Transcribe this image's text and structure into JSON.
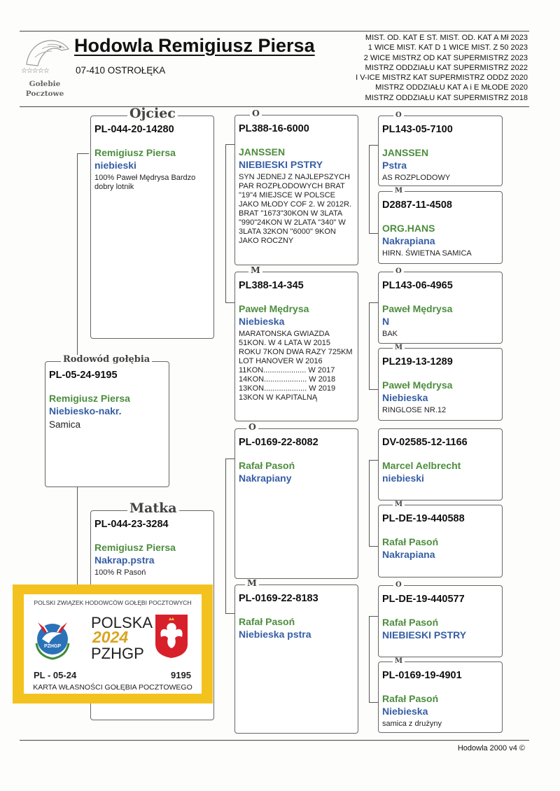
{
  "header": {
    "logo": {
      "stars": "☆☆☆☆☆",
      "line1": "Gołebie",
      "line2": "Pocztowe"
    },
    "title": "Hodowla Remigiusz Piersa",
    "city": "07-410 OSTROŁĘKA",
    "titles": [
      "MIST. OD. KAT  E ST. MIST. OD. KAT A  Mł 2023",
      "1 WICE MIST. KAT D 1 WICE MIST. Z 50 2023",
      "2 WICE MISTRZ OD KAT SUPERMISTRZ 2023",
      "MISTRZ ODDZIAŁU KAT SUPERMISTRZ 2022",
      "I V-ICE MISTRZ KAT SUPERMISTRZ ODDZ 2020",
      "MISTRZ ODDZIAŁU KAT  A i E MŁODE 2020",
      "MISTRZ ODDZIAŁU KAT SUPERMISTRZ 2018"
    ]
  },
  "tags": {
    "pigeon": "Rodowód gołębia",
    "father": "Ojciec",
    "mother": "Matka",
    "o": "O",
    "m": "M"
  },
  "pigeon": {
    "ring": "PL-05-24-9195",
    "breeder": "Remigiusz Piersa",
    "color": "Niebiesko-nakr.",
    "note": "Samica"
  },
  "father": {
    "ring": "PL-044-20-14280",
    "breeder": "Remigiusz Piersa",
    "color": "niebieski",
    "note": "100% Paweł Mędrysa Bardzo dobry lotnik"
  },
  "mother": {
    "ring": "PL-044-23-3284",
    "breeder": "Remigiusz Piersa",
    "color": "Nakrap.pstra",
    "note": "100% R Pasoń"
  },
  "ff": {
    "ring": "PL388-16-6000",
    "breeder": "JANSSEN",
    "color": "NIEBIESKI PSTRY",
    "note": "SYN JEDNEJ Z NAJLEPSZYCH PAR ROZPŁODOWYCH BRAT \"19\"4 MIEJSCE W POLSCE JAKO MŁODY COF 2. W 2012R. BRAT \"1673\"30KON W 3LATA \"990\"24KON W 2LATA \"340\" W 3LATA 32KON \"6000\" 9KON JAKO ROCZNY"
  },
  "fm": {
    "ring": "PL388-14-345",
    "breeder": "Paweł Mędrysa",
    "color": "Niebieska",
    "note": "MARATONSKA GWIAZDA 51KON. W 4 LATA W 2015 ROKU 7KON DWA RAZY 725KM LOT HANOVER W 2016  11KON.................... W 2017  14KON.................... W 2018  13KON.................... W 2019  13KON W KAPITALNĄ"
  },
  "mf": {
    "ring": "PL-0169-22-8082",
    "breeder": "Rafał Pasoń",
    "color": "Nakrapiany",
    "note": ""
  },
  "mm": {
    "ring": "PL-0169-22-8183",
    "breeder": "Rafał Pasoń",
    "color": "Niebieska pstra",
    "note": ""
  },
  "fff": {
    "ring": "PL143-05-7100",
    "breeder": "JANSSEN",
    "color": "Pstra",
    "note": "AS ROZPLODOWY"
  },
  "ffm": {
    "ring": "D2887-11-4508",
    "breeder": "ORG.HANS",
    "color": "Nakrapiana",
    "note": "HIRN. ŚWIETNA SAMICA"
  },
  "fmf": {
    "ring": "PL143-06-4965",
    "breeder": "Paweł Mędrysa",
    "color": "N",
    "note": "BAK"
  },
  "fmm": {
    "ring": "PL219-13-1289",
    "breeder": "Paweł Mędrysa",
    "color": "Niebieska",
    "note": "RINGLOSE NR.12"
  },
  "mff": {
    "ring": "DV-02585-12-1166",
    "breeder": "Marcel Aelbrecht",
    "color": "niebieski",
    "note": ""
  },
  "mfm": {
    "ring": "PL-DE-19-440588",
    "breeder": "Rafał Pasoń",
    "color": "Nakrapiana",
    "note": ""
  },
  "mmf": {
    "ring": "PL-DE-19-440577",
    "breeder": "Rafał Pasoń",
    "color": "NIEBIESKI PSTRY",
    "note": ""
  },
  "mmm": {
    "ring": "PL-0169-19-4901",
    "breeder": "Rafał Pasoń",
    "color": "Niebieska",
    "note": "samica z drużyny"
  },
  "card": {
    "org": "POLSKI ZWIĄZEK HODOWCÓW GOŁĘBI POCZTOWYCH",
    "emblem_text": "PZHGP",
    "country": "POLSKA",
    "year": "2024",
    "abbr": "PZHGP",
    "ring_left": "PL - 05-24",
    "ring_right": "9195",
    "caption": "KARTA  WŁASNOŚCI GOŁĘBIA POCZTOWEGO"
  },
  "footer": "Hodowla 2000 v4 ©"
}
